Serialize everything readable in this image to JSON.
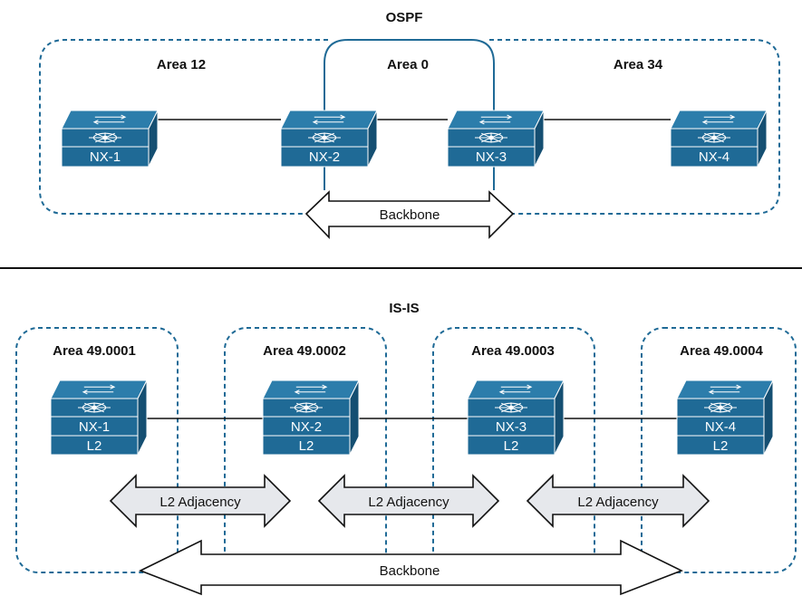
{
  "ospf": {
    "title": "OSPF",
    "areas": [
      "Area 12",
      "Area 0",
      "Area 34"
    ],
    "switches": [
      "NX-1",
      "NX-2",
      "NX-3",
      "NX-4"
    ],
    "backbone_label": "Backbone"
  },
  "isis": {
    "title": "IS-IS",
    "areas": [
      "Area 49.0001",
      "Area 49.0002",
      "Area 49.0003",
      "Area 49.0004"
    ],
    "switches": [
      {
        "name": "NX-1",
        "level": "L2"
      },
      {
        "name": "NX-2",
        "level": "L2"
      },
      {
        "name": "NX-3",
        "level": "L2"
      },
      {
        "name": "NX-4",
        "level": "L2"
      }
    ],
    "adjacency_labels": [
      "L2 Adjacency",
      "L2 Adjacency",
      "L2 Adjacency"
    ],
    "backbone_label": "Backbone"
  },
  "colors": {
    "switch_front": "#1f6a96",
    "switch_top": "#2c7dab",
    "switch_side": "#154f72",
    "area_border": "#1f6a96",
    "adjacency_fill": "#e6e8ec"
  }
}
